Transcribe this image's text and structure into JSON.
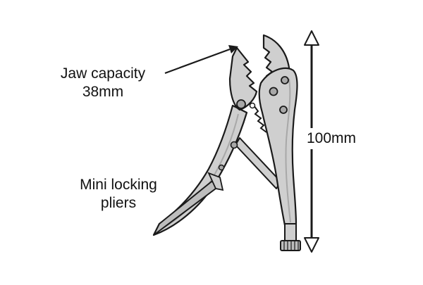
{
  "labels": {
    "jaw_capacity_line1": "Jaw capacity",
    "jaw_capacity_line2": "38mm",
    "tool_name_line1": "Mini locking",
    "tool_name_line2": "pliers",
    "height": "100mm"
  },
  "colors": {
    "metal": "#cfcfcf",
    "metal_shadow": "#a8a8a8",
    "outline": "#1a1a1a",
    "text": "#111111",
    "background": "#ffffff"
  },
  "icons": {
    "tool": "locking-pliers-illustration",
    "arrow": "double-headed-arrow"
  }
}
